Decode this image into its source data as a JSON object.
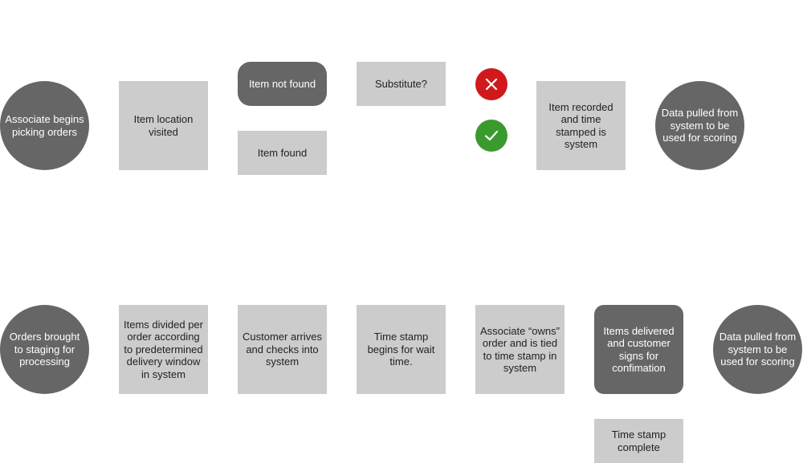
{
  "row1": {
    "start": "Associate begins picking orders",
    "location": "Item location visited",
    "not_found": "Item not found",
    "found": "Item found",
    "substitute": "Substitute?",
    "recorded": "Item recorded and time stamped is system",
    "end": "Data pulled from system to be used for scoring"
  },
  "row2": {
    "start": "Orders brought to staging for processing",
    "divided": "Items divided per order according to predetermined delivery window in system",
    "customer": "Customer arrives and checks into system",
    "wait": "Time stamp begins for wait time.",
    "owns": "Associate “owns” order and is tied to time stamp in system",
    "delivered": "Items delivered and customer signs for confimation",
    "complete": "Time stamp complete",
    "end": "Data pulled from system to be used for scoring"
  },
  "icons": {
    "no": "close-icon",
    "yes": "checkmark-icon",
    "no_color": "#d0191c",
    "yes_color": "#3a9a2e"
  }
}
